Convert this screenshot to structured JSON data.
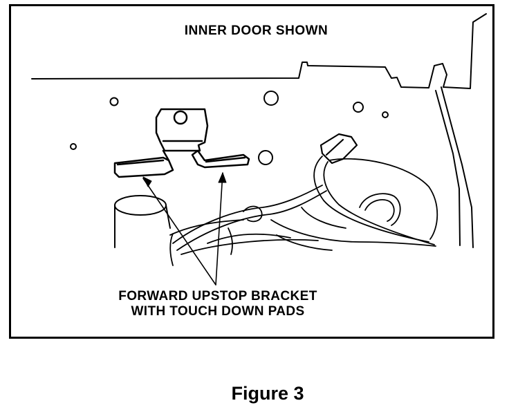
{
  "diagram": {
    "title": "INNER DOOR SHOWN",
    "callout_lines": [
      "FORWARD UPSTOP BRACKET",
      "WITH TOUCH DOWN PADS"
    ]
  },
  "caption": "Figure 3"
}
